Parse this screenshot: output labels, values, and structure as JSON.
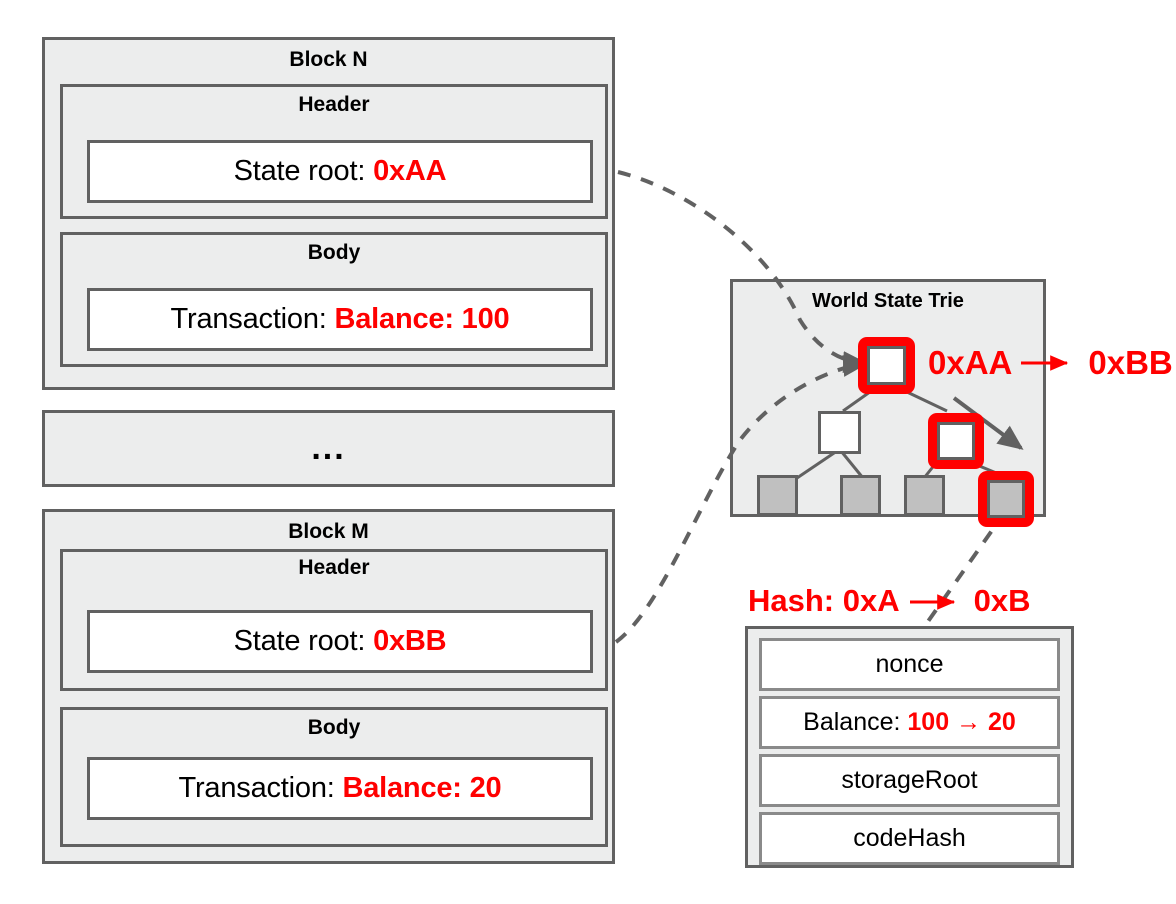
{
  "diagram": {
    "title": "Ethereum block state root and world state trie update",
    "colors": {
      "highlight_red": "#ff0000",
      "box_border": "#616161",
      "panel_fill": "#eceded",
      "leaf_fill": "#c0c0c0",
      "edge_grey": "#616161"
    }
  },
  "block_n": {
    "title": "Block N",
    "header": {
      "caption": "Header",
      "state_root_label": "State root: ",
      "state_root_value": "0xAA"
    },
    "body": {
      "caption": "Body",
      "transaction_label": "Transaction: ",
      "transaction_value": "Balance: 100"
    }
  },
  "ellipsis_block": {
    "text": "..."
  },
  "block_m": {
    "title": "Block M",
    "header": {
      "caption": "Header",
      "state_root_label": "State root: ",
      "state_root_value": "0xBB"
    },
    "body": {
      "caption": "Body",
      "transaction_label": "Transaction:  ",
      "transaction_value": "Balance: 20"
    }
  },
  "trie": {
    "title": "World State Trie",
    "root_transition": {
      "from": "0xAA",
      "arrow": "→",
      "to": "0xBB"
    },
    "nodes": [
      {
        "id": "root",
        "level": 0,
        "kind": "white",
        "highlighted": true
      },
      {
        "id": "mid-left",
        "level": 1,
        "kind": "white",
        "highlighted": false
      },
      {
        "id": "mid-right",
        "level": 1,
        "kind": "white",
        "highlighted": true
      },
      {
        "id": "leaf-1",
        "level": 2,
        "kind": "grey",
        "highlighted": false
      },
      {
        "id": "leaf-2",
        "level": 2,
        "kind": "grey",
        "highlighted": false
      },
      {
        "id": "leaf-3",
        "level": 2,
        "kind": "grey",
        "highlighted": false
      },
      {
        "id": "leaf-4",
        "level": 2,
        "kind": "grey",
        "highlighted": true
      }
    ]
  },
  "account": {
    "hash_label": "Hash: 0xA",
    "hash_arrow": "→",
    "hash_new": "0xB",
    "rows": [
      {
        "label": "nonce",
        "value": "",
        "value_red": ""
      },
      {
        "label": "Balance: ",
        "value": "100 → 20",
        "value_red": "100 → 20"
      },
      {
        "label": "storageRoot",
        "value": "",
        "value_red": ""
      },
      {
        "label": "codeHash",
        "value": "",
        "value_red": ""
      }
    ]
  }
}
